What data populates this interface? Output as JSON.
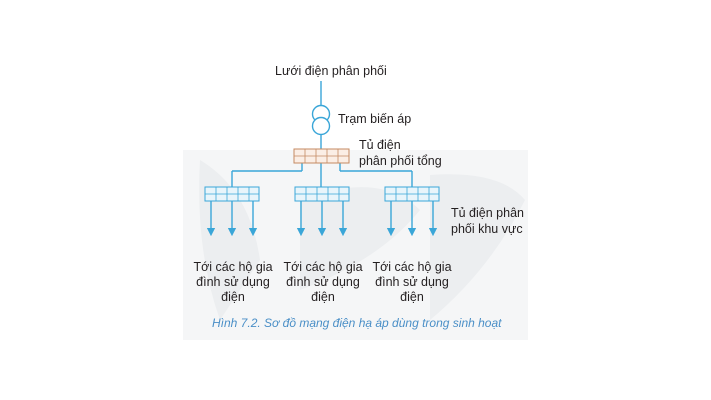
{
  "labels": {
    "grid": "Lưới điện phân phối",
    "transformer": "Trạm biến áp",
    "main_panel_line1": "Tủ điện",
    "main_panel_line2": "phân phối tổng",
    "area_panel_line1": "Tủ điện phân",
    "area_panel_line2": "phối khu vực",
    "households": [
      {
        "line1": "Tới các hộ gia",
        "line2": "đình sử dụng",
        "line3": "điện"
      },
      {
        "line1": "Tới các hộ gia",
        "line2": "đình sử dụng",
        "line3": "điện"
      },
      {
        "line1": "Tới các hộ gia",
        "line2": "đình sử dụng",
        "line3": "điện"
      }
    ]
  },
  "caption": {
    "figure": "Hình 7.2.",
    "text": "Sơ đồ mạng điện hạ áp dùng trong sinh hoạt"
  },
  "colors": {
    "line": "#3aa6d8",
    "main_panel_border": "#c58a62",
    "main_panel_fill": "#fbeee5",
    "area_panel_border": "#3aa6d8",
    "area_panel_fill": "#e8f5fb",
    "watermark": "#eef0f2"
  }
}
